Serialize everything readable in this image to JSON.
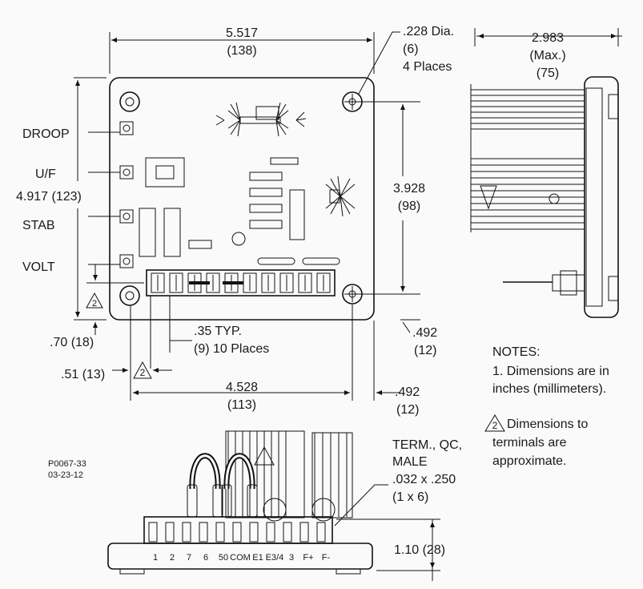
{
  "dimensions": {
    "top_width": "5.517",
    "top_width_mm": "(138)",
    "hole": ".228 Dia.",
    "hole_mm": "(6)",
    "hole_count": "4 Places",
    "side_width": "2.983",
    "side_max": "(Max.)",
    "side_mm": "(75)",
    "height": "4.917 (123)",
    "hole_span_v": "3.928",
    "hole_span_v_mm": "(98)",
    "offset_bottom": ".70 (18)",
    "term_pitch": ".35 TYP.",
    "term_pitch_detail": "(9) 10 Places",
    "offset_right_1": ".492",
    "offset_right_1_mm": "(12)",
    "term_edge": ".51 (13)",
    "hole_span_h": "4.528",
    "hole_span_h_mm": "(113)",
    "offset_right_2": ".492",
    "offset_right_2_mm": "(12)",
    "depth": "1.10 (28)"
  },
  "adjusters": {
    "droop": "DROOP",
    "uf": "U/F",
    "stab": "STAB",
    "volt": "VOLT"
  },
  "notes": {
    "heading": "NOTES:",
    "note1_line1": "1. Dimensions are in",
    "note1_line2": "inches (millimeters).",
    "note2_marker": "2",
    "note2_line1": "Dimensions to",
    "note2_line2": "terminals are",
    "note2_line3": "approximate."
  },
  "terminal_callout": {
    "line1": "TERM., QC,",
    "line2": "MALE",
    "line3": ".032 x .250",
    "line4": "(1 x 6)"
  },
  "drawing_info": {
    "number": "P0067-33",
    "date": "03-23-12"
  },
  "terminal_labels": [
    "1",
    "2",
    "7",
    "6",
    "50",
    "COM",
    "E1",
    "E3/4",
    "3",
    "F+",
    "F-"
  ],
  "approx_marker": "2"
}
